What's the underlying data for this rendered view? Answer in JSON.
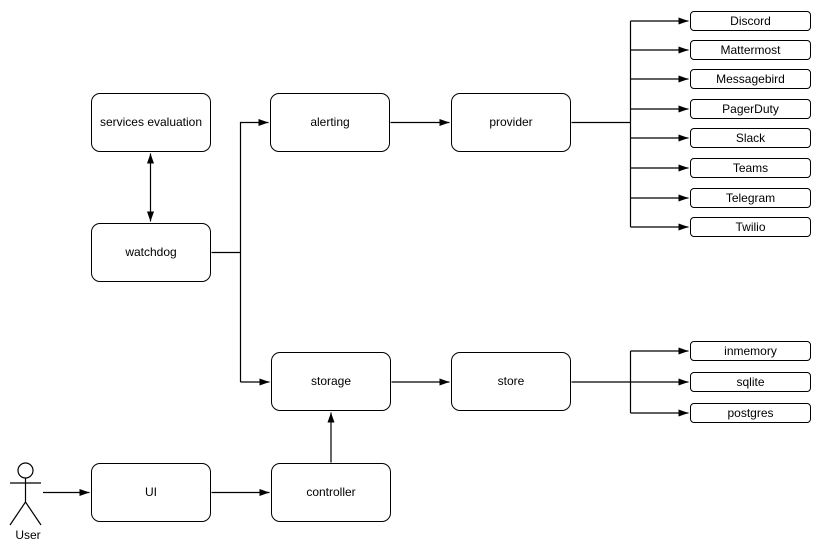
{
  "canvas": {
    "background": "#ffffff",
    "stroke_color": "#000000",
    "node_fill": "#ffffff",
    "text_color": "#000000"
  },
  "nodes": {
    "services_evaluation": {
      "label": "services evaluation"
    },
    "watchdog": {
      "label": "watchdog"
    },
    "alerting": {
      "label": "alerting"
    },
    "provider": {
      "label": "provider"
    },
    "storage": {
      "label": "storage"
    },
    "store": {
      "label": "store"
    },
    "ui": {
      "label": "UI"
    },
    "controller": {
      "label": "controller"
    }
  },
  "provider_items": [
    "Discord",
    "Mattermost",
    "Messagebird",
    "PagerDuty",
    "Slack",
    "Teams",
    "Telegram",
    "Twilio"
  ],
  "store_items": [
    "inmemory",
    "sqlite",
    "postgres"
  ],
  "actor": {
    "label": "User"
  }
}
